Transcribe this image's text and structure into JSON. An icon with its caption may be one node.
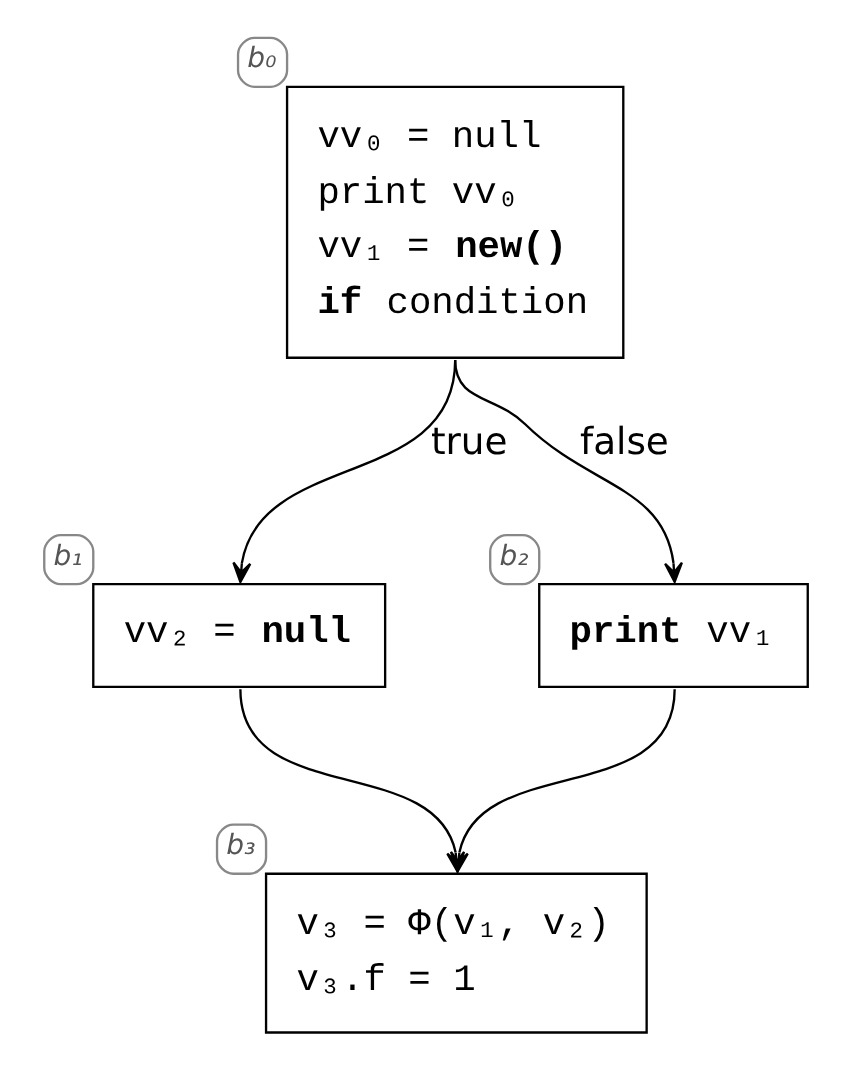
{
  "diagram": {
    "nodes": [
      {
        "text": [
          "vv₀ = null",
          "print vv₀",
          "vv₁ = **new()**",
          "**if** condition"
        ],
        "beside": [
          "b₀"
        ]
      },
      {
        "text": [
          "vv₂ = **null**"
        ],
        "beside": [
          "b₁"
        ]
      },
      {
        "text": [
          "**print** vv₁"
        ],
        "beside": [
          "b₂"
        ]
      },
      {
        "text": [
          "v₃ = Φ(v₁, v₂)",
          "v₃.f = 1"
        ],
        "beside": [
          "b₃"
        ]
      }
    ],
    "edges": [
      {
        "from": 0,
        "to": 1,
        "arrow": "to",
        "label": "true"
      },
      {
        "from": 0,
        "to": 2,
        "arrow": "to",
        "label": "false"
      },
      {
        "from": 1,
        "to": 3,
        "arrow": "to"
      },
      {
        "from": 2,
        "to": 3,
        "arrow": "to"
      }
    ]
  }
}
